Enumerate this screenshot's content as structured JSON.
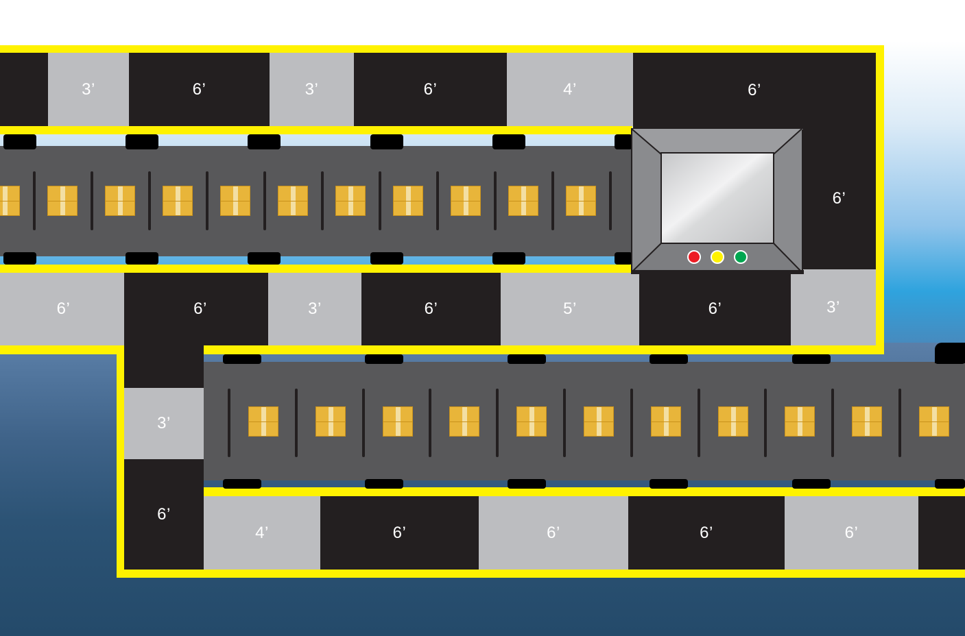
{
  "colors": {
    "frame": "#fff200",
    "dark_segment": "#231f20",
    "light_segment": "#bcbdc0",
    "belt": "#58585a",
    "package": "#e8b53a",
    "light_red": "#ed1c24",
    "light_yellow": "#fff200",
    "light_green": "#00a650"
  },
  "upper_conveyor": {
    "top_row": [
      "3’",
      "6’",
      "3’",
      "6’",
      "4’",
      "6’"
    ],
    "right_column": [
      "6’"
    ],
    "bottom_row": [
      "6’",
      "6’",
      "3’",
      "6’",
      "5’",
      "6’",
      "3’"
    ],
    "package_count": 11
  },
  "lower_conveyor": {
    "left_column": [
      "3’",
      "6’"
    ],
    "bottom_row": [
      "4’",
      "6’",
      "6’",
      "6’",
      "6’"
    ],
    "package_count": 11
  },
  "control_panel": {
    "icon": "monitor-icon",
    "indicator_lights": [
      "red",
      "yellow",
      "green"
    ]
  }
}
